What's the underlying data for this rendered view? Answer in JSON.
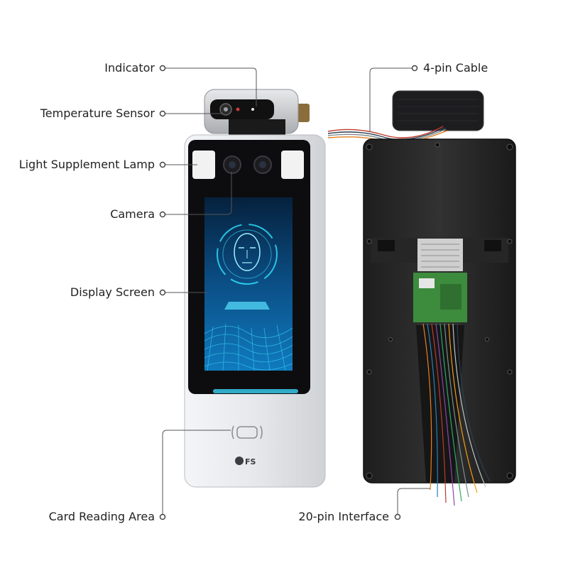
{
  "labels": {
    "indicator": "Indicator",
    "temperature_sensor": "Temperature Sensor",
    "light_lamp": "Light Supplement Lamp",
    "camera": "Camera",
    "display_screen": "Display Screen",
    "card_reading_area": "Card Reading Area",
    "four_pin_cable": "4-pin Cable",
    "twenty_pin_interface": "20-pin Interface"
  },
  "device": {
    "brand_logo_text": "FS"
  },
  "colors": {
    "device_body": "#e9ebee",
    "screen_glow": "#38c8e8",
    "back_panel": "#2a2a2a",
    "leader_line": "#555555"
  }
}
